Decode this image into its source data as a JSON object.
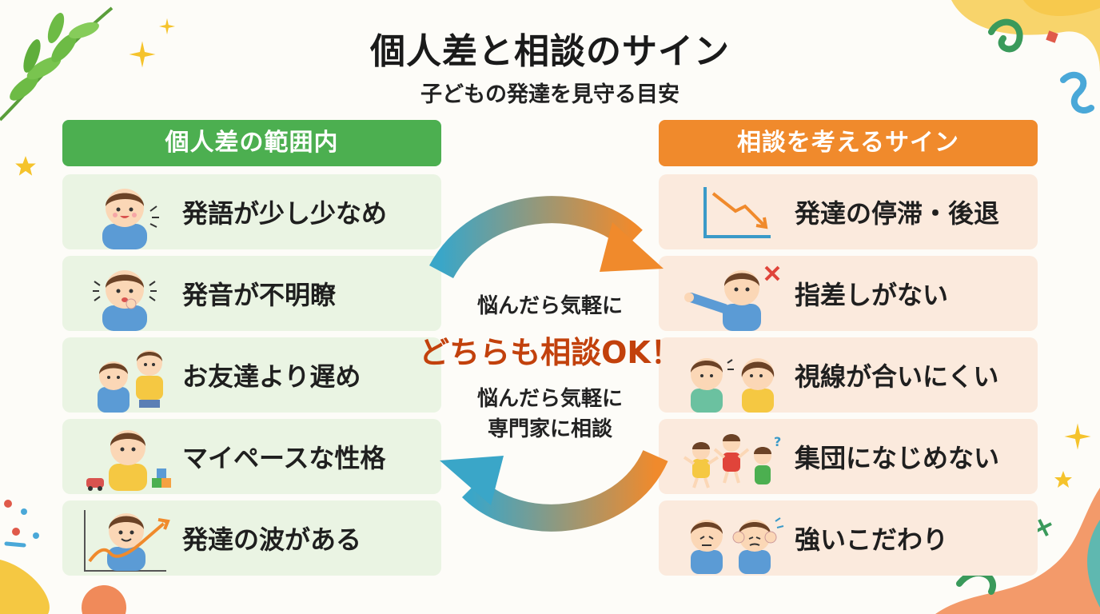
{
  "header": {
    "title": "個人差と相談のサイン",
    "subtitle": "子どもの発達を見守る目安"
  },
  "left": {
    "heading": "個人差の範囲内",
    "items": [
      {
        "label": "発語が少し少なめ",
        "icon": "child-speaking-icon"
      },
      {
        "label": "発音が不明瞭",
        "icon": "child-unclear-speech-icon"
      },
      {
        "label": "お友達より遅め",
        "icon": "two-children-icon"
      },
      {
        "label": "マイペースな性格",
        "icon": "child-playing-blocks-icon"
      },
      {
        "label": "発達の波がある",
        "icon": "child-growth-chart-icon"
      }
    ]
  },
  "right": {
    "heading": "相談を考えるサイン",
    "items": [
      {
        "label": "発達の停滞・後退",
        "icon": "declining-chart-icon"
      },
      {
        "label": "指差しがない",
        "icon": "child-pointing-cross-icon"
      },
      {
        "label": "視線が合いにくい",
        "icon": "children-no-eye-contact-icon"
      },
      {
        "label": "集団になじめない",
        "icon": "child-alone-group-icon"
      },
      {
        "label": "強いこだわり",
        "icon": "child-covering-ears-icon"
      }
    ]
  },
  "center": {
    "line1": "悩んだら気軽に",
    "emphasis": "どちらも相談OK！",
    "line2": "悩んだら気軽に",
    "line3": "専門家に相談"
  },
  "colors": {
    "green": "#4caf50",
    "orange": "#f08a2c",
    "teal": "#3aa6c8",
    "emphasis": "#c2410c"
  }
}
